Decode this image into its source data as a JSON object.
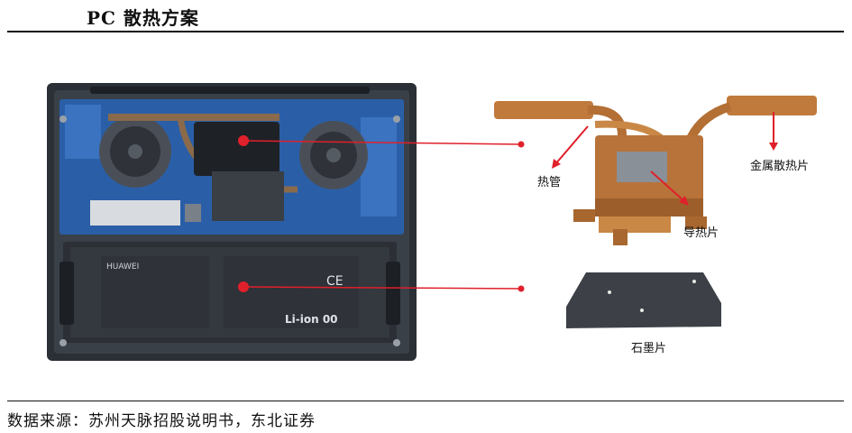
{
  "header": {
    "title": "PC 散热方案"
  },
  "laptop": {
    "brand": "HUAWEI",
    "battery_label": "Li-ion 00",
    "ce_mark": "CE"
  },
  "labels": {
    "heat_pipe": "热管",
    "metal_fin": "金属散热片",
    "thermal_pad": "导热片",
    "graphite": "石墨片"
  },
  "footer": {
    "source": "数据来源：苏州天脉招股说明书，东北证券"
  },
  "colors": {
    "pointer": "#e0202a",
    "copper": "#c07a3c",
    "board": "#2a5fa8"
  }
}
